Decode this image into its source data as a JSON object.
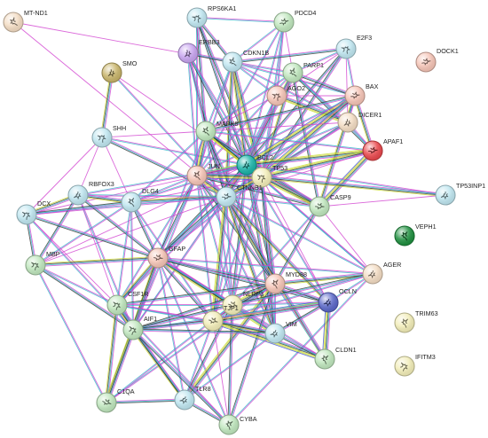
{
  "network": {
    "palette": {
      "green": "#bfe6bd",
      "green_dark": "#1f8f3f",
      "cyan": "#bfe6f0",
      "teal": "#1bb3a8",
      "pink": "#f5c4b6",
      "red": "#e9484d",
      "purple": "#c7a4ef",
      "olive": "#c8b46a",
      "yellow": "#f2edb8",
      "beige": "#f3dcc3",
      "blue": "#5b68c8"
    },
    "edge_colors": [
      "#d13fd0",
      "#2fb5c9",
      "#2e2e2e",
      "#c7d82a",
      "#c7d82a",
      "#3e4fd6"
    ],
    "nodes": [
      {
        "id": "MT-ND1",
        "label": "MT-ND1",
        "color": "#f3dcc3",
        "icon": "protein-structure-icon"
      },
      {
        "id": "RPS6KA1",
        "label": "RPS6KA1",
        "color": "#bfe6f0",
        "icon": "protein-structure-icon"
      },
      {
        "id": "PDCD4",
        "label": "PDCD4",
        "color": "#bfe6bd",
        "icon": "protein-structure-icon"
      },
      {
        "id": "ERBB3",
        "label": "ERBB3",
        "color": "#c7a4ef",
        "icon": "protein-structure-icon"
      },
      {
        "id": "CDKN1B",
        "label": "CDKN1B",
        "color": "#bfe6f0",
        "icon": "protein-structure-icon"
      },
      {
        "id": "E2F3",
        "label": "E2F3",
        "color": "#bfe6f0",
        "icon": "protein-structure-icon"
      },
      {
        "id": "DOCK1",
        "label": "DOCK1",
        "color": "#f5c4b6",
        "icon": "protein-structure-icon"
      },
      {
        "id": "SMO",
        "label": "SMO",
        "color": "#c8b46a",
        "icon": "protein-structure-icon"
      },
      {
        "id": "PARP1",
        "label": "PARP1",
        "color": "#bfe6bd",
        "icon": "protein-structure-icon"
      },
      {
        "id": "AGO2",
        "label": "AGO2",
        "color": "#f5c4b6",
        "icon": "protein-structure-icon"
      },
      {
        "id": "BAX",
        "label": "BAX",
        "color": "#f5c4b6",
        "icon": "protein-structure-icon"
      },
      {
        "id": "DICER1",
        "label": "DICER1",
        "color": "#f3dcc3",
        "icon": "protein-structure-icon"
      },
      {
        "id": "MAPK8",
        "label": "MAPK8",
        "color": "#bfe6bd",
        "icon": "protein-structure-icon"
      },
      {
        "id": "SHH",
        "label": "SHH",
        "color": "#bfe6f0",
        "icon": "protein-structure-icon"
      },
      {
        "id": "APAF1",
        "label": "APAF1",
        "color": "#e9484d",
        "icon": "protein-structure-icon"
      },
      {
        "id": "BCL2",
        "label": "BCL2",
        "color": "#1bb3a8",
        "icon": "protein-structure-icon"
      },
      {
        "id": "JUN",
        "label": "JUN",
        "color": "#f5c4b6",
        "icon": "protein-structure-icon"
      },
      {
        "id": "TP53",
        "label": "TP53",
        "color": "#f2edb8",
        "icon": "protein-structure-icon"
      },
      {
        "id": "CTNNB1",
        "label": "CTNNB1",
        "color": "#bfe6f0",
        "icon": "protein-structure-icon"
      },
      {
        "id": "RBFOX3",
        "label": "RBFOX3",
        "color": "#bfe6f0",
        "icon": "protein-structure-icon"
      },
      {
        "id": "DLG4",
        "label": "DLG4",
        "color": "#bfe6f0",
        "icon": "protein-structure-icon"
      },
      {
        "id": "DCX",
        "label": "DCX",
        "color": "#bfe6f0",
        "icon": "protein-structure-icon"
      },
      {
        "id": "CASP9",
        "label": "CASP9",
        "color": "#bfe6bd",
        "icon": "protein-structure-icon"
      },
      {
        "id": "TP53INP1",
        "label": "TP53INP1",
        "color": "#bfe6f0",
        "icon": "protein-structure-icon"
      },
      {
        "id": "VEPH1",
        "label": "VEPH1",
        "color": "#1f8f3f",
        "icon": "protein-structure-icon"
      },
      {
        "id": "MBP",
        "label": "MBP",
        "color": "#bfe6bd",
        "icon": "protein-structure-icon"
      },
      {
        "id": "GFAP",
        "label": "GFAP",
        "color": "#f5c4b6",
        "icon": "protein-structure-icon"
      },
      {
        "id": "AGER",
        "label": "AGER",
        "color": "#f3dcc3",
        "icon": "protein-structure-icon"
      },
      {
        "id": "MYD88",
        "label": "MYD88",
        "color": "#f5c4b6",
        "icon": "protein-structure-icon"
      },
      {
        "id": "CSF1R",
        "label": "CSF1R",
        "color": "#bfe6bd",
        "icon": "protein-structure-icon"
      },
      {
        "id": "NLRP3",
        "label": "NLRP3",
        "color": "#f2edb8",
        "icon": "protein-structure-icon"
      },
      {
        "id": "OCLN",
        "label": "OCLN",
        "color": "#5b68c8",
        "icon": "protein-structure-icon"
      },
      {
        "id": "TRIM63",
        "label": "TRIM63",
        "color": "#f2edb8",
        "icon": "protein-structure-icon"
      },
      {
        "id": "AIF1",
        "label": "AIF1",
        "color": "#bfe6bd",
        "icon": "protein-structure-icon"
      },
      {
        "id": "TJP1",
        "label": "TJP1",
        "color": "#f2edb8",
        "icon": "protein-structure-icon"
      },
      {
        "id": "VIM",
        "label": "VIM",
        "color": "#bfe6f0",
        "icon": "protein-structure-icon"
      },
      {
        "id": "CLDN1",
        "label": "CLDN1",
        "color": "#bfe6bd",
        "icon": "protein-structure-icon"
      },
      {
        "id": "IFITM3",
        "label": "IFITM3",
        "color": "#f2edb8",
        "icon": "protein-structure-icon"
      },
      {
        "id": "C1QA",
        "label": "C1QA",
        "color": "#bfe6bd",
        "icon": "protein-structure-icon"
      },
      {
        "id": "TLR8",
        "label": "TLR8",
        "color": "#bfe6f0",
        "icon": "protein-structure-icon"
      },
      {
        "id": "CYBA",
        "label": "CYBA",
        "color": "#bfe6bd",
        "icon": "protein-structure-icon"
      }
    ],
    "edges": [
      [
        "MT-ND1",
        "CDKN1B",
        1
      ],
      [
        "MT-ND1",
        "CTNNB1",
        1
      ],
      [
        "SMO",
        "SHH",
        4
      ],
      [
        "SMO",
        "CTNNB1",
        2
      ],
      [
        "SMO",
        "BCL2",
        1
      ],
      [
        "SHH",
        "CTNNB1",
        3
      ],
      [
        "SHH",
        "BCL2",
        2
      ],
      [
        "SHH",
        "RBFOX3",
        1
      ],
      [
        "SHH",
        "DLG4",
        1
      ],
      [
        "SHH",
        "DCX",
        1
      ],
      [
        "SHH",
        "MAPK8",
        1
      ],
      [
        "RPS6KA1",
        "CDKN1B",
        3
      ],
      [
        "RPS6KA1",
        "MAPK8",
        3
      ],
      [
        "RPS6KA1",
        "BCL2",
        3
      ],
      [
        "RPS6KA1",
        "TP53",
        3
      ],
      [
        "RPS6KA1",
        "JUN",
        2
      ],
      [
        "RPS6KA1",
        "PDCD4",
        2
      ],
      [
        "PDCD4",
        "CDKN1B",
        2
      ],
      [
        "PDCD4",
        "BCL2",
        2
      ],
      [
        "PDCD4",
        "TP53",
        2
      ],
      [
        "PDCD4",
        "AGO2",
        2
      ],
      [
        "PDCD4",
        "JUN",
        2
      ],
      [
        "PDCD4",
        "PARP1",
        1
      ],
      [
        "ERBB3",
        "CDKN1B",
        3
      ],
      [
        "ERBB3",
        "BCL2",
        3
      ],
      [
        "ERBB3",
        "TP53",
        2
      ],
      [
        "ERBB3",
        "CTNNB1",
        3
      ],
      [
        "ERBB3",
        "MAPK8",
        2
      ],
      [
        "ERBB3",
        "JUN",
        2
      ],
      [
        "CDKN1B",
        "E2F3",
        3
      ],
      [
        "CDKN1B",
        "BCL2",
        4
      ],
      [
        "CDKN1B",
        "TP53",
        5
      ],
      [
        "CDKN1B",
        "CTNNB1",
        4
      ],
      [
        "CDKN1B",
        "MAPK8",
        2
      ],
      [
        "CDKN1B",
        "JUN",
        2
      ],
      [
        "CDKN1B",
        "PARP1",
        2
      ],
      [
        "CDKN1B",
        "DICER1",
        2
      ],
      [
        "CDKN1B",
        "BAX",
        2
      ],
      [
        "CDKN1B",
        "AGO2",
        2
      ],
      [
        "E2F3",
        "TP53",
        3
      ],
      [
        "E2F3",
        "BCL2",
        3
      ],
      [
        "E2F3",
        "PARP1",
        2
      ],
      [
        "E2F3",
        "BAX",
        2
      ],
      [
        "E2F3",
        "DICER1",
        1
      ],
      [
        "E2F3",
        "AGO2",
        1
      ],
      [
        "PARP1",
        "TP53",
        4
      ],
      [
        "PARP1",
        "BCL2",
        4
      ],
      [
        "PARP1",
        "BAX",
        3
      ],
      [
        "PARP1",
        "CASP9",
        3
      ],
      [
        "PARP1",
        "APAF1",
        3
      ],
      [
        "PARP1",
        "MAPK8",
        2
      ],
      [
        "PARP1",
        "JUN",
        2
      ],
      [
        "PARP1",
        "DICER1",
        2
      ],
      [
        "PARP1",
        "CTNNB1",
        2
      ],
      [
        "AGO2",
        "DICER1",
        5
      ],
      [
        "AGO2",
        "TP53",
        2
      ],
      [
        "AGO2",
        "BCL2",
        2
      ],
      [
        "AGO2",
        "CTNNB1",
        2
      ],
      [
        "AGO2",
        "MAPK8",
        1
      ],
      [
        "AGO2",
        "BAX",
        1
      ],
      [
        "BAX",
        "BCL2",
        6
      ],
      [
        "BAX",
        "TP53",
        6
      ],
      [
        "BAX",
        "APAF1",
        4
      ],
      [
        "BAX",
        "CASP9",
        4
      ],
      [
        "BAX",
        "DICER1",
        2
      ],
      [
        "BAX",
        "MAPK8",
        3
      ],
      [
        "BAX",
        "JUN",
        2
      ],
      [
        "BAX",
        "CTNNB1",
        2
      ],
      [
        "DICER1",
        "TP53",
        3
      ],
      [
        "DICER1",
        "BCL2",
        2
      ],
      [
        "DICER1",
        "APAF1",
        2
      ],
      [
        "DICER1",
        "CTNNB1",
        2
      ],
      [
        "DICER1",
        "MAPK8",
        1
      ],
      [
        "APAF1",
        "CASP9",
        6
      ],
      [
        "APAF1",
        "BCL2",
        5
      ],
      [
        "APAF1",
        "TP53",
        5
      ],
      [
        "APAF1",
        "MAPK8",
        2
      ],
      [
        "APAF1",
        "CTNNB1",
        1
      ],
      [
        "MAPK8",
        "JUN",
        6
      ],
      [
        "MAPK8",
        "BCL2",
        5
      ],
      [
        "MAPK8",
        "TP53",
        5
      ],
      [
        "MAPK8",
        "CTNNB1",
        3
      ],
      [
        "MAPK8",
        "GFAP",
        2
      ],
      [
        "MAPK8",
        "MYD88",
        3
      ],
      [
        "MAPK8",
        "CASP9",
        3
      ],
      [
        "MAPK8",
        "DLG4",
        2
      ],
      [
        "MAPK8",
        "NLRP3",
        2
      ],
      [
        "BCL2",
        "TP53",
        6
      ],
      [
        "BCL2",
        "JUN",
        5
      ],
      [
        "BCL2",
        "CTNNB1",
        5
      ],
      [
        "BCL2",
        "CASP9",
        6
      ],
      [
        "BCL2",
        "TP53INP1",
        2
      ],
      [
        "BCL2",
        "GFAP",
        3
      ],
      [
        "BCL2",
        "MYD88",
        3
      ],
      [
        "BCL2",
        "DLG4",
        2
      ],
      [
        "BCL2",
        "RBFOX3",
        2
      ],
      [
        "BCL2",
        "NLRP3",
        3
      ],
      [
        "BCL2",
        "VIM",
        3
      ],
      [
        "BCL2",
        "AGER",
        2
      ],
      [
        "BCL2",
        "TJP1",
        2
      ],
      [
        "BCL2",
        "OCLN",
        2
      ],
      [
        "BCL2",
        "DCX",
        1
      ],
      [
        "BCL2",
        "MBP",
        1
      ],
      [
        "BCL2",
        "CSF1R",
        2
      ],
      [
        "BCL2",
        "AIF1",
        1
      ],
      [
        "JUN",
        "TP53",
        6
      ],
      [
        "JUN",
        "CTNNB1",
        5
      ],
      [
        "JUN",
        "GFAP",
        3
      ],
      [
        "JUN",
        "MYD88",
        3
      ],
      [
        "JUN",
        "CASP9",
        3
      ],
      [
        "JUN",
        "DLG4",
        2
      ],
      [
        "JUN",
        "NLRP3",
        2
      ],
      [
        "JUN",
        "VIM",
        2
      ],
      [
        "JUN",
        "AIF1",
        2
      ],
      [
        "JUN",
        "CSF1R",
        2
      ],
      [
        "JUN",
        "TJP1",
        2
      ],
      [
        "TP53",
        "CTNNB1",
        6
      ],
      [
        "TP53",
        "CASP9",
        5
      ],
      [
        "TP53",
        "TP53INP1",
        4
      ],
      [
        "TP53",
        "MYD88",
        3
      ],
      [
        "TP53",
        "GFAP",
        2
      ],
      [
        "TP53",
        "VIM",
        3
      ],
      [
        "TP53",
        "AGER",
        2
      ],
      [
        "TP53",
        "NLRP3",
        2
      ],
      [
        "TP53",
        "OCLN",
        1
      ],
      [
        "TP53",
        "DLG4",
        1
      ],
      [
        "TP53",
        "TJP1",
        2
      ],
      [
        "CTNNB1",
        "DLG4",
        4
      ],
      [
        "CTNNB1",
        "RBFOX3",
        2
      ],
      [
        "CTNNB1",
        "GFAP",
        3
      ],
      [
        "CTNNB1",
        "MYD88",
        3
      ],
      [
        "CTNNB1",
        "CASP9",
        2
      ],
      [
        "CTNNB1",
        "TJP1",
        5
      ],
      [
        "CTNNB1",
        "OCLN",
        4
      ],
      [
        "CTNNB1",
        "CLDN1",
        4
      ],
      [
        "CTNNB1",
        "VIM",
        4
      ],
      [
        "CTNNB1",
        "CSF1R",
        2
      ],
      [
        "CTNNB1",
        "AIF1",
        2
      ],
      [
        "CTNNB1",
        "NLRP3",
        2
      ],
      [
        "CTNNB1",
        "DCX",
        2
      ],
      [
        "CTNNB1",
        "MBP",
        1
      ],
      [
        "CTNNB1",
        "AGER",
        2
      ],
      [
        "RBFOX3",
        "DLG4",
        4
      ],
      [
        "RBFOX3",
        "DCX",
        4
      ],
      [
        "RBFOX3",
        "GFAP",
        3
      ],
      [
        "RBFOX3",
        "MBP",
        3
      ],
      [
        "RBFOX3",
        "AIF1",
        2
      ],
      [
        "RBFOX3",
        "CSF1R",
        1
      ],
      [
        "DLG4",
        "DCX",
        3
      ],
      [
        "DLG4",
        "GFAP",
        3
      ],
      [
        "DLG4",
        "MBP",
        2
      ],
      [
        "DLG4",
        "AIF1",
        2
      ],
      [
        "DLG4",
        "CSF1R",
        2
      ],
      [
        "DLG4",
        "TJP1",
        2
      ],
      [
        "DCX",
        "GFAP",
        3
      ],
      [
        "DCX",
        "MBP",
        3
      ],
      [
        "DCX",
        "AIF1",
        2
      ],
      [
        "DCX",
        "CSF1R",
        1
      ],
      [
        "CASP9",
        "MYD88",
        3
      ],
      [
        "CASP9",
        "NLRP3",
        2
      ],
      [
        "CASP9",
        "TP53INP1",
        1
      ],
      [
        "CASP9",
        "AGER",
        1
      ],
      [
        "GFAP",
        "MBP",
        4
      ],
      [
        "GFAP",
        "AIF1",
        5
      ],
      [
        "GFAP",
        "CSF1R",
        4
      ],
      [
        "GFAP",
        "MYD88",
        3
      ],
      [
        "GFAP",
        "VIM",
        5
      ],
      [
        "GFAP",
        "NLRP3",
        3
      ],
      [
        "GFAP",
        "TLR8",
        2
      ],
      [
        "GFAP",
        "C1QA",
        3
      ],
      [
        "GFAP",
        "TJP1",
        3
      ],
      [
        "GFAP",
        "OCLN",
        3
      ],
      [
        "GFAP",
        "CLDN1",
        2
      ],
      [
        "GFAP",
        "AGER",
        2
      ],
      [
        "GFAP",
        "CYBA",
        2
      ],
      [
        "MBP",
        "AIF1",
        3
      ],
      [
        "MBP",
        "CSF1R",
        2
      ],
      [
        "MBP",
        "C1QA",
        2
      ],
      [
        "MYD88",
        "NLRP3",
        5
      ],
      [
        "MYD88",
        "TLR8",
        5
      ],
      [
        "MYD88",
        "AGER",
        4
      ],
      [
        "MYD88",
        "CSF1R",
        3
      ],
      [
        "MYD88",
        "AIF1",
        3
      ],
      [
        "MYD88",
        "OCLN",
        3
      ],
      [
        "MYD88",
        "TJP1",
        3
      ],
      [
        "MYD88",
        "VIM",
        2
      ],
      [
        "MYD88",
        "CYBA",
        3
      ],
      [
        "MYD88",
        "C1QA",
        2
      ],
      [
        "MYD88",
        "CLDN1",
        2
      ],
      [
        "AGER",
        "NLRP3",
        3
      ],
      [
        "AGER",
        "OCLN",
        2
      ],
      [
        "AGER",
        "TJP1",
        2
      ],
      [
        "AGER",
        "CYBA",
        2
      ],
      [
        "CSF1R",
        "AIF1",
        6
      ],
      [
        "CSF1R",
        "C1QA",
        4
      ],
      [
        "CSF1R",
        "TLR8",
        3
      ],
      [
        "CSF1R",
        "NLRP3",
        2
      ],
      [
        "CSF1R",
        "TJP1",
        2
      ],
      [
        "CSF1R",
        "VIM",
        2
      ],
      [
        "CSF1R",
        "CYBA",
        2
      ],
      [
        "NLRP3",
        "TJP1",
        2
      ],
      [
        "NLRP3",
        "OCLN",
        2
      ],
      [
        "NLRP3",
        "AIF1",
        3
      ],
      [
        "NLRP3",
        "VIM",
        2
      ],
      [
        "NLRP3",
        "TLR8",
        3
      ],
      [
        "NLRP3",
        "CYBA",
        3
      ],
      [
        "NLRP3",
        "C1QA",
        2
      ],
      [
        "OCLN",
        "TJP1",
        6
      ],
      [
        "OCLN",
        "CLDN1",
        6
      ],
      [
        "OCLN",
        "VIM",
        3
      ],
      [
        "OCLN",
        "AIF1",
        2
      ],
      [
        "TJP1",
        "CLDN1",
        6
      ],
      [
        "TJP1",
        "VIM",
        4
      ],
      [
        "TJP1",
        "AIF1",
        3
      ],
      [
        "TJP1",
        "TLR8",
        2
      ],
      [
        "TJP1",
        "CYBA",
        1
      ],
      [
        "VIM",
        "CLDN1",
        3
      ],
      [
        "VIM",
        "AIF1",
        3
      ],
      [
        "VIM",
        "TLR8",
        2
      ],
      [
        "AIF1",
        "C1QA",
        5
      ],
      [
        "AIF1",
        "TLR8",
        4
      ],
      [
        "AIF1",
        "CYBA",
        3
      ],
      [
        "C1QA",
        "TLR8",
        3
      ],
      [
        "TLR8",
        "CYBA",
        3
      ]
    ]
  }
}
